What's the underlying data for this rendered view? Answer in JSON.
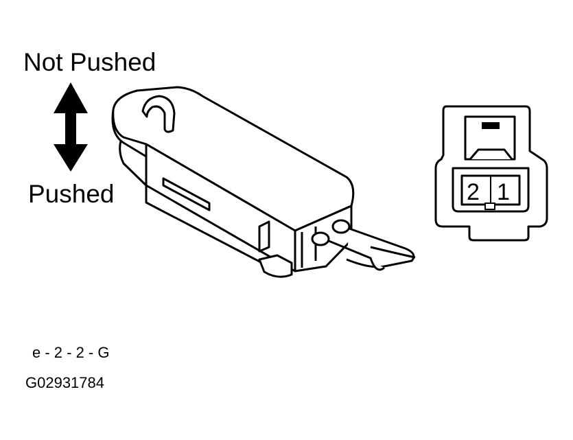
{
  "labels": {
    "not_pushed": "Not Pushed",
    "pushed": "Pushed",
    "code": "e - 2 - 2 - G",
    "figure_id": "G02931784"
  },
  "connector": {
    "pin_left": "2",
    "pin_right": "1"
  },
  "icons": {
    "direction": "double-vertical-arrow-icon",
    "switch": "door-courtesy-switch-drawing",
    "probes": "tester-probe-icon",
    "connector": "connector-face-icon"
  }
}
